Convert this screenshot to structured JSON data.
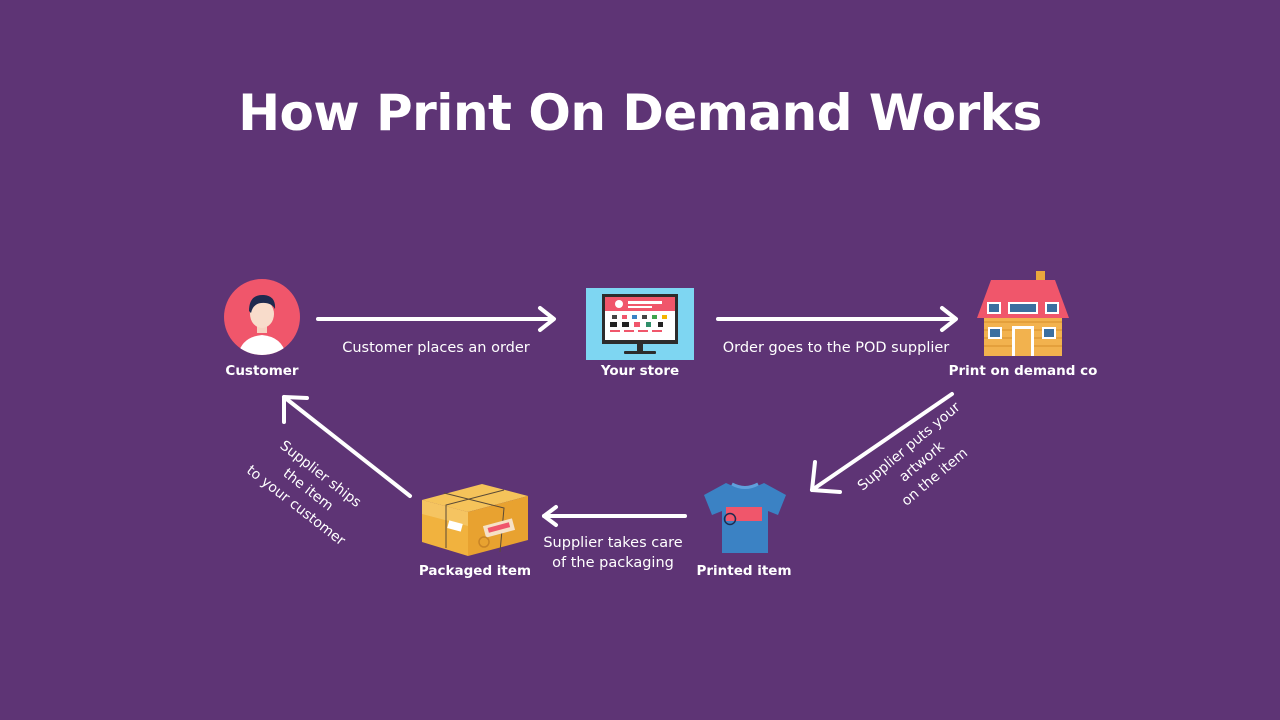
{
  "title": "How Print On Demand Works",
  "nodes": {
    "customer": "Customer",
    "store": "Your store",
    "pod": "Print on demand co",
    "printed": "Printed item",
    "packaged": "Packaged item"
  },
  "steps": {
    "place_order": "Customer places an order",
    "to_supplier": "Order goes to the POD supplier",
    "artwork": [
      "Supplier puts your",
      "artwork",
      "on the item"
    ],
    "packaging": [
      "Supplier takes care",
      "of the packaging"
    ],
    "ships": [
      "Supplier ships",
      "the item",
      "to your customer"
    ]
  },
  "colors": {
    "background": "#5e3475",
    "accent": "#f0566b",
    "text": "#ffffff"
  }
}
